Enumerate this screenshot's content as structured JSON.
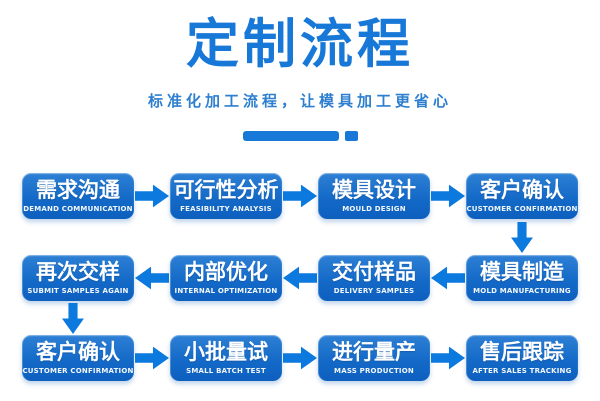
{
  "header": {
    "title": "定制流程",
    "subtitle": "标准化加工流程，让模具加工更省心"
  },
  "colors": {
    "title_blue": "#1878d8",
    "subtitle_blue": "#2e7fd0",
    "box_gradient_top": "#2e80d4",
    "box_gradient_bottom": "#0d5fbe",
    "arrow_blue": "#0b79de",
    "text_on_box": "#ffffff",
    "background": "#ffffff"
  },
  "icons": {
    "arrow_right": "arrow-right-icon",
    "arrow_left": "arrow-left-icon",
    "arrow_down": "arrow-down-icon",
    "divider": "title-divider-bar-and-square"
  },
  "flow": {
    "row1": {
      "arrow_direction": "right",
      "steps": [
        {
          "zh": "需求沟通",
          "en": "DEMAND COMMUNICATION"
        },
        {
          "zh": "可行性分析",
          "en": "FEASIBILITY ANALYSIS"
        },
        {
          "zh": "模具设计",
          "en": "MOULD DESIGN"
        },
        {
          "zh": "客户确认",
          "en": "CUSTOMER CONFIRMATION"
        }
      ]
    },
    "row2": {
      "arrow_direction": "left",
      "steps": [
        {
          "zh": "再次交样",
          "en": "SUBMIT SAMPLES AGAIN"
        },
        {
          "zh": "内部优化",
          "en": "INTERNAL OPTIMIZATION"
        },
        {
          "zh": "交付样品",
          "en": "DELIVERY SAMPLES"
        },
        {
          "zh": "模具制造",
          "en": "MOLD MANUFACTURING"
        }
      ]
    },
    "row3": {
      "arrow_direction": "right",
      "steps": [
        {
          "zh": "客户确认",
          "en": "CUSTOMER CONFIRMATION"
        },
        {
          "zh": "小批量试",
          "en": "SMALL BATCH TEST"
        },
        {
          "zh": "进行量产",
          "en": "MASS PRODUCTION"
        },
        {
          "zh": "售后跟踪",
          "en": "AFTER SALES TRACKING"
        }
      ]
    }
  }
}
